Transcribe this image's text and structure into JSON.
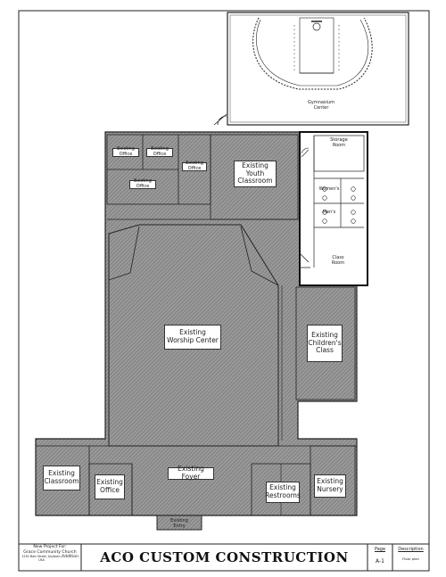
{
  "plan": {
    "rooms": {
      "gym": "Gymnasium Center",
      "office1": "Existing Office",
      "office2": "Existing Office",
      "office3": "Existing Office",
      "office4": "Existing Office",
      "youth": "Existing Youth Classroom",
      "storage": "Storage Room",
      "womens": "Women's",
      "mens": "Men's",
      "classroom_new": "Class Room",
      "worship": "Existing Worship Center",
      "children": "Existing Children's Class",
      "classroom": "Existing Classroom",
      "office_front": "Existing Office",
      "foyer": "Existing Foyer",
      "restrooms": "Existing Restrooms",
      "nursery": "Existing Nursery",
      "entry": "Existing Entry"
    }
  },
  "title_block": {
    "project_line1": "New Project For:",
    "project_line2": "Grace Community Church",
    "project_line3": "Addition",
    "address": "1234 Main Street, Anytown, USA",
    "company": "ACO CUSTOM CONSTRUCTION",
    "page_label": "Page",
    "page_value": "A-1",
    "description_label": "Description",
    "description_value": "Floor plan"
  },
  "colors": {
    "hatch": "#8e8e8e",
    "line": "#222222"
  }
}
